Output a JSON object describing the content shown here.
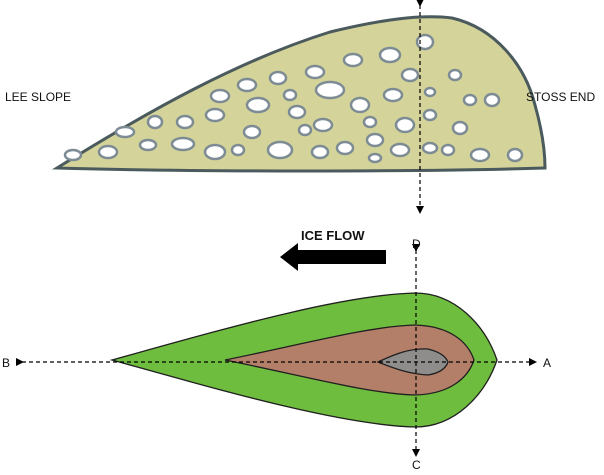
{
  "labels": {
    "lee_slope": "LEE SLOPE",
    "stoss_end": "STOSS END",
    "ice_flow": "ICE FLOW",
    "point_a": "A",
    "point_b": "B",
    "point_c": "C",
    "point_d": "D"
  },
  "colors": {
    "profile_fill": "#d4d39a",
    "profile_outline": "#4b5a5c",
    "clast_fill": "#ffffff",
    "clast_stroke": "#7d8c94",
    "outer_zone": "#6fbd3e",
    "middle_zone": "#b47f69",
    "core_zone": "#8f8d8c",
    "zone_outline": "#1f1f1f",
    "arrow": "#000000"
  }
}
